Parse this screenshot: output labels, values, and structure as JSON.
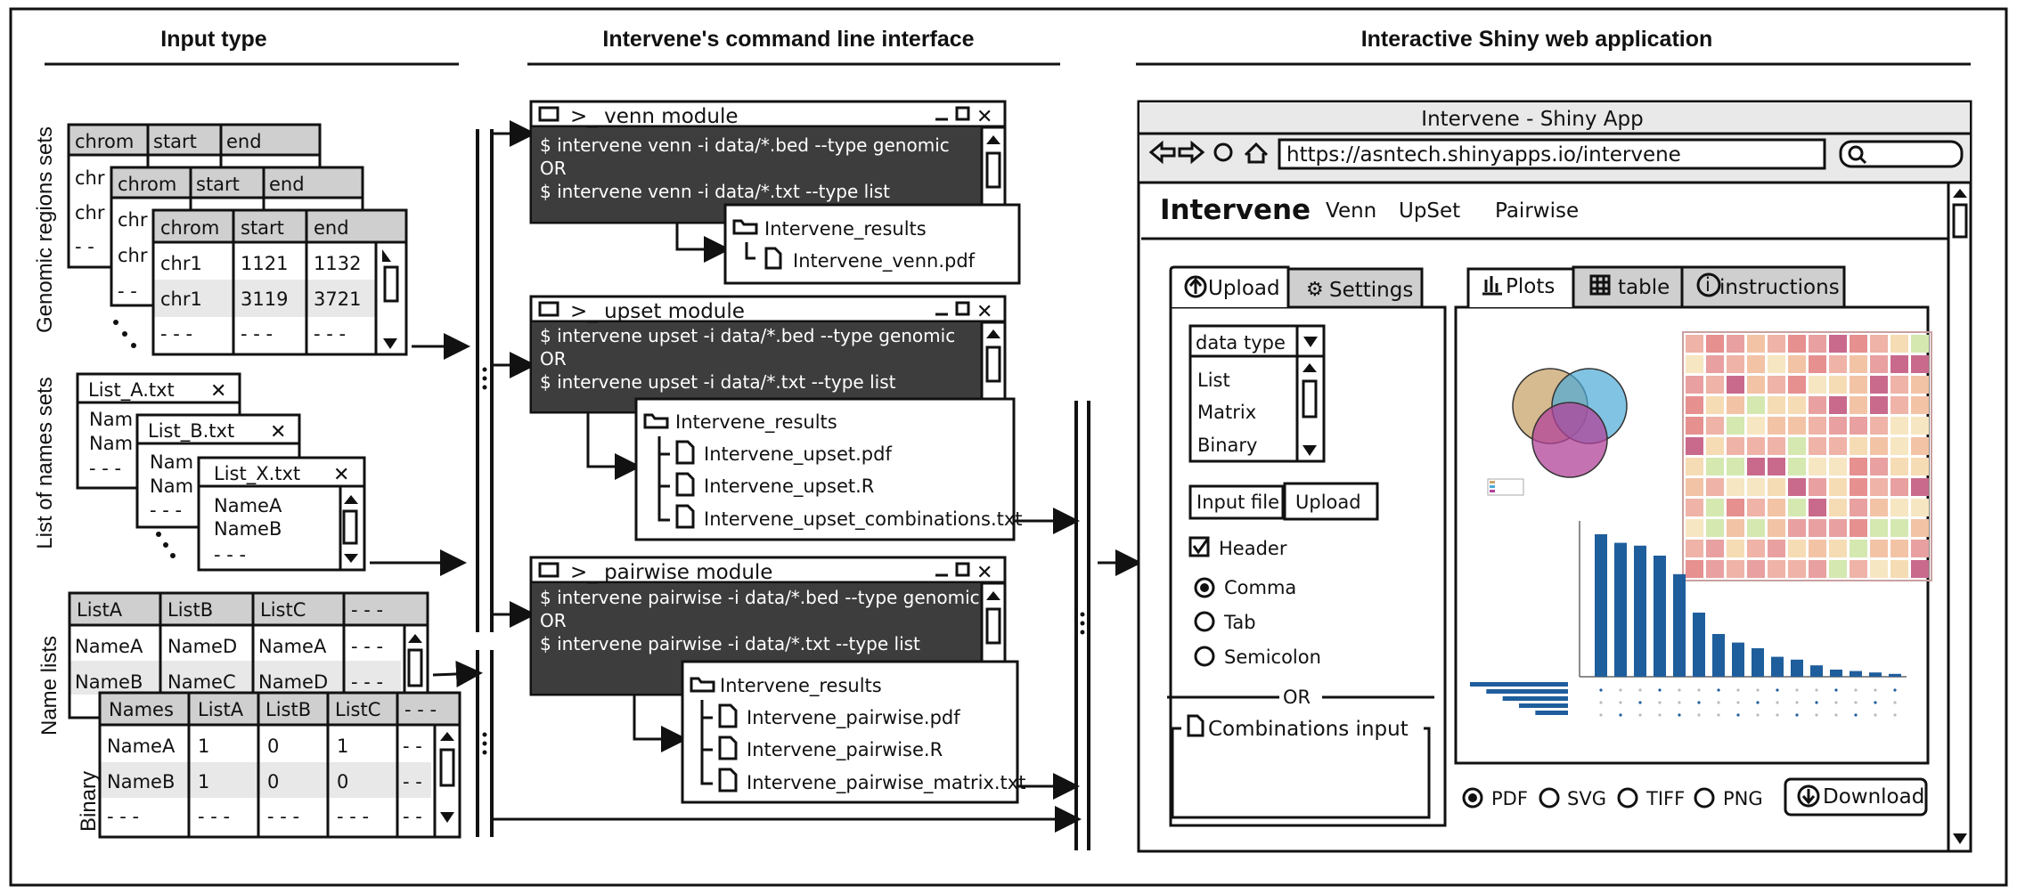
{
  "headers": {
    "input": "Input type",
    "cli": "Intervene's command line interface",
    "shiny": "Interactive Shiny web application"
  },
  "side_labels": {
    "genomic": "Genomic regions sets",
    "names": "List of names sets",
    "namelists": "Name lists",
    "binary": "Binary"
  },
  "genomic_tables": {
    "cols": [
      "chrom",
      "start",
      "end"
    ],
    "partial": [
      "chr",
      "chr",
      "- -"
    ],
    "rows": [
      [
        "chr1",
        "1121",
        "1132"
      ],
      [
        "chr1",
        "3119",
        "3721"
      ],
      [
        "- - -",
        "- - -",
        "- - -"
      ]
    ]
  },
  "name_sets": {
    "a_title": "List_A.txt",
    "b_title": "List_B.txt",
    "x_title": "List_X.txt",
    "partial": [
      "Nam",
      "Nam",
      "- - -"
    ],
    "rows": [
      "NameA",
      "NameB",
      "- - -"
    ],
    "close": "✕"
  },
  "name_lists": {
    "cols": [
      "ListA",
      "ListB",
      "ListC",
      "- - -"
    ],
    "rows": [
      [
        "NameA",
        "NameD",
        "NameA",
        "- - -"
      ],
      [
        "NameB",
        "NameC",
        "NameD",
        "- - -"
      ]
    ]
  },
  "binary": {
    "cols": [
      "Names",
      "ListA",
      "ListB",
      "ListC",
      "- - -"
    ],
    "rows": [
      [
        "NameA",
        "1",
        "0",
        "1",
        "- -"
      ],
      [
        "NameB",
        "1",
        "0",
        "0",
        "- -"
      ],
      [
        "- - -",
        "- - -",
        "- - -",
        "- - -",
        "- -"
      ]
    ]
  },
  "cli": {
    "venn": {
      "title": ">_ venn module",
      "lines": [
        "$ intervene venn -i data/*.bed --type genomic",
        "OR",
        "$ intervene venn -i data/*.txt --type list"
      ],
      "folder": "Intervene_results",
      "files": [
        "Intervene_venn.pdf"
      ]
    },
    "upset": {
      "title": ">_ upset module",
      "lines": [
        "$ intervene upset -i data/*.bed --type genomic",
        "OR",
        "$ intervene upset -i data/*.txt --type list"
      ],
      "folder": "Intervene_results",
      "files": [
        "Intervene_upset.pdf",
        "Intervene_upset.R",
        "Intervene_upset_combinations.txt"
      ]
    },
    "pairwise": {
      "title": ">_ pairwise module",
      "lines": [
        "$ intervene pairwise -i data/*.bed --type genomic",
        "OR",
        "$ intervene pairwise -i data/*.txt --type list"
      ],
      "folder": "Intervene_results",
      "files": [
        "Intervene_pairwise.pdf",
        "Intervene_pairwise.R",
        "Intervene_pairwise_matrix.txt"
      ]
    }
  },
  "shiny": {
    "window_title": "Intervene - Shiny App",
    "url": "https://asntech.shinyapps.io/intervene",
    "brand": "Intervene",
    "nav": [
      "Venn",
      "UpSet",
      "Pairwise"
    ],
    "left_tabs": [
      "Upload",
      "Settings"
    ],
    "select_label": "data type",
    "select_options": [
      "List",
      "Matrix",
      "Binary"
    ],
    "input_file": "Input file",
    "upload_button": "Upload",
    "header_checkbox": "Header",
    "radios": [
      "Comma",
      "Tab",
      "Semicolon"
    ],
    "or_text": "OR",
    "combinations": "Combinations input",
    "right_tabs": [
      "Plots",
      "table",
      "instructions"
    ],
    "formats": [
      "PDF",
      "SVG",
      "TIFF",
      "PNG"
    ],
    "download": "Download"
  },
  "colors": {
    "terminal_bg": "#3d3d3d",
    "header_gray": "#cfcfcf",
    "venn_a": "#c9a46b",
    "venn_b": "#4ba9d6",
    "venn_c": "#b2439a",
    "bar_blue": "#1f5e9c"
  },
  "chart_data": [
    {
      "type": "bar",
      "values": [
        100,
        94,
        92,
        85,
        72,
        45,
        30,
        24,
        20,
        14,
        12,
        8,
        5,
        4,
        3,
        2
      ]
    },
    {
      "type": "bar",
      "values": [
        36,
        30,
        24,
        18,
        12
      ]
    }
  ]
}
